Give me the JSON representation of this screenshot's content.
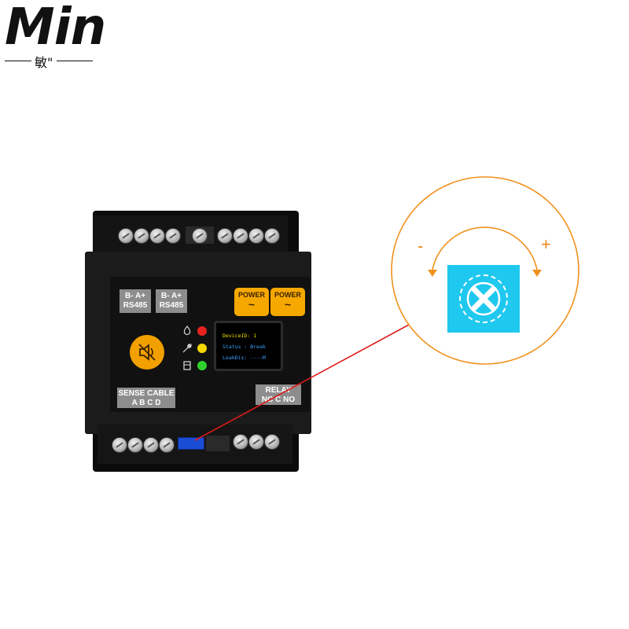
{
  "logo": {
    "brand": "Min",
    "subtitle": "敏\""
  },
  "device": {
    "rs485_left": {
      "line1": "B-  A+",
      "line2": "RS485"
    },
    "rs485_right": {
      "line1": "B-  A+",
      "line2": "RS485"
    },
    "power_buttons": [
      {
        "label": "POWER",
        "symbol": "~"
      },
      {
        "label": "POWER",
        "symbol": "~"
      }
    ],
    "sense_cable": {
      "title": "SENSE CABLE",
      "pins": "A  B  C  D"
    },
    "relay": {
      "title": "RELAY",
      "pins": "NC C NO"
    },
    "display": {
      "line1": "DeviceID: 1",
      "line2": "Status  : Break",
      "line3": "LeakDis: ----M"
    },
    "leds": [
      {
        "name": "alarm",
        "color": "#e8231f"
      },
      {
        "name": "fault",
        "color": "#f2d800"
      },
      {
        "name": "power",
        "color": "#2fd12f"
      }
    ]
  },
  "callout": {
    "minus_label": "-",
    "plus_label": "+",
    "accent_color": "#f0921e",
    "pointer_color": "#e01a1a",
    "potentiometer_color": "#1fc8ef"
  }
}
